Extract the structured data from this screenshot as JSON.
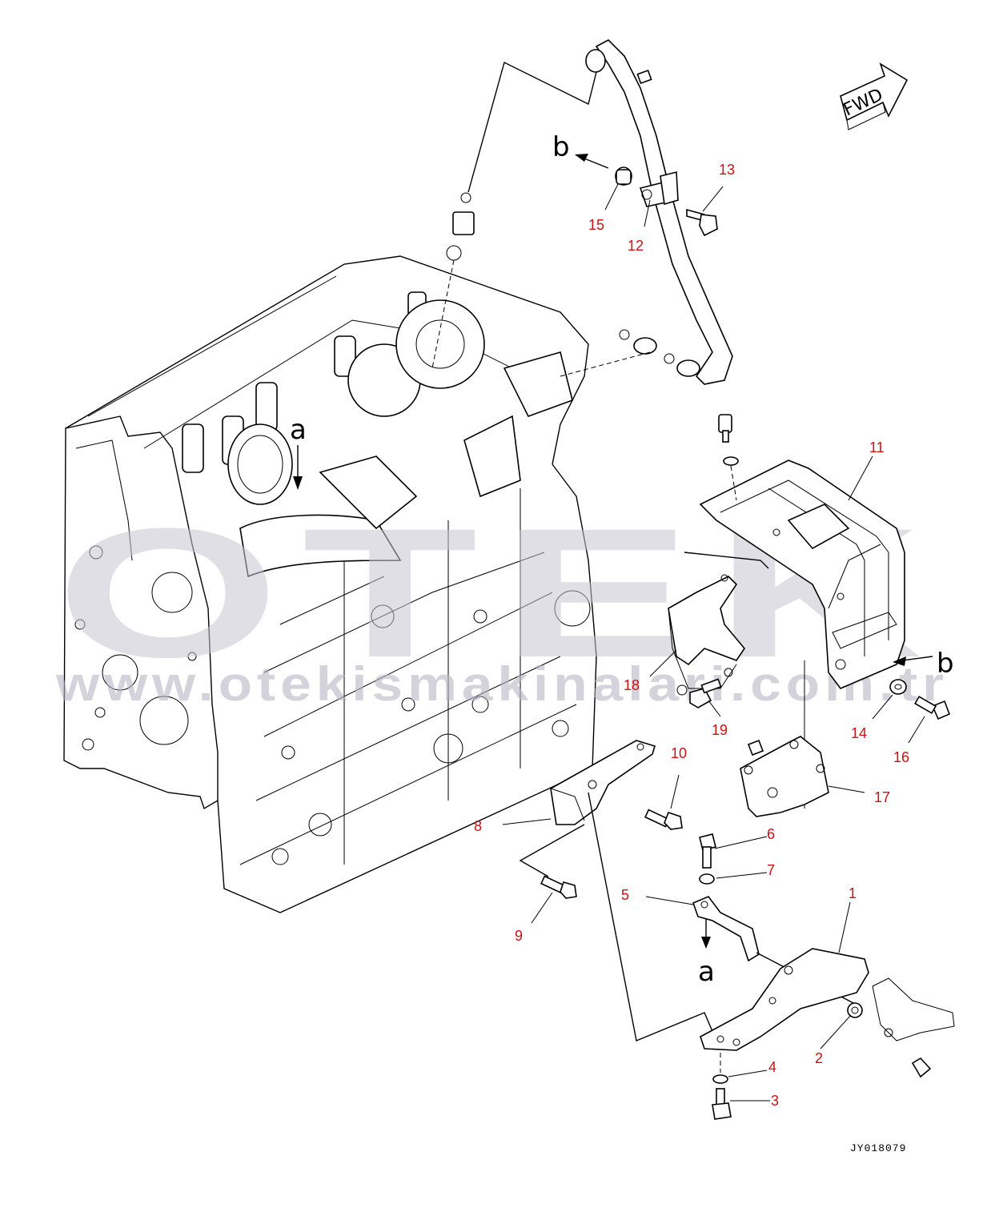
{
  "watermark": {
    "brand": "OTEK",
    "url": "www.otekismakinalari.com.tr"
  },
  "orientation_arrow": {
    "label": "FWD"
  },
  "view_markers": [
    {
      "id": "a-top",
      "letter": "a"
    },
    {
      "id": "a-bottom",
      "letter": "a"
    },
    {
      "id": "b-top",
      "letter": "b"
    },
    {
      "id": "b-right",
      "letter": "b"
    }
  ],
  "callouts": [
    {
      "id": "1",
      "label": "1"
    },
    {
      "id": "2",
      "label": "2"
    },
    {
      "id": "3",
      "label": "3"
    },
    {
      "id": "4",
      "label": "4"
    },
    {
      "id": "5",
      "label": "5"
    },
    {
      "id": "6",
      "label": "6"
    },
    {
      "id": "7",
      "label": "7"
    },
    {
      "id": "8",
      "label": "8"
    },
    {
      "id": "9",
      "label": "9"
    },
    {
      "id": "10",
      "label": "10"
    },
    {
      "id": "11",
      "label": "11"
    },
    {
      "id": "12",
      "label": "12"
    },
    {
      "id": "13",
      "label": "13"
    },
    {
      "id": "14",
      "label": "14"
    },
    {
      "id": "15",
      "label": "15"
    },
    {
      "id": "16",
      "label": "16"
    },
    {
      "id": "17",
      "label": "17"
    },
    {
      "id": "18",
      "label": "18"
    },
    {
      "id": "19",
      "label": "19"
    }
  ],
  "drawing_id": "JY018079",
  "colors": {
    "callout": "#cc1111",
    "line": "#000000",
    "watermark": "#c9c6d3"
  }
}
